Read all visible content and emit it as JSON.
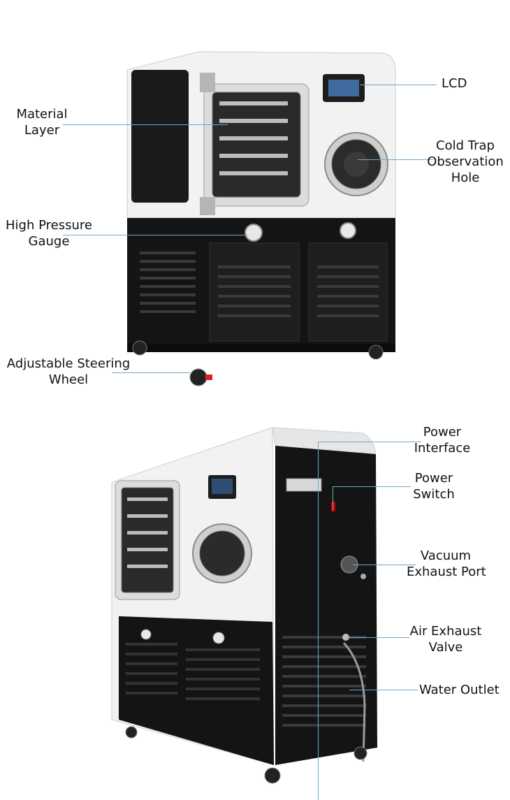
{
  "top_image": {
    "labels": {
      "lcd": [
        "LCD"
      ],
      "material_layer": [
        "Material",
        "Layer"
      ],
      "cold_trap": [
        "Cold Trap",
        "Observation",
        "Hole"
      ],
      "pressure_gauge": [
        "High Pressure",
        "Gauge"
      ],
      "steering_wheel": [
        "Adjustable Steering",
        "Wheel"
      ]
    }
  },
  "bottom_image": {
    "labels": {
      "power_interface": [
        "Power",
        "Interface"
      ],
      "power_switch": [
        "Power",
        "Switch"
      ],
      "vacuum_port": [
        "Vacuum",
        "Exhaust Port"
      ],
      "air_valve": [
        "Air Exhaust",
        "Valve"
      ],
      "water_outlet": [
        "Water Outlet"
      ]
    }
  },
  "colors": {
    "cabinet_white": "#f2f2f2",
    "cabinet_black": "#141414",
    "leader_line": "#6fa8c8"
  }
}
